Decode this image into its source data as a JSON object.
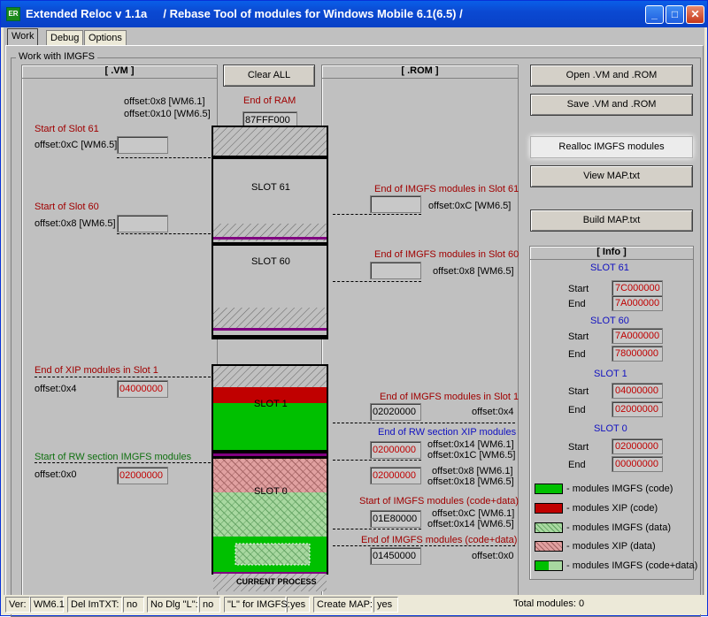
{
  "window": {
    "title": "Extended Reloc v 1.1a     / Rebase Tool of modules for Windows Mobile 6.1(6.5) /",
    "icon_label": "ER"
  },
  "tabs": [
    {
      "label": "Work"
    },
    {
      "label": "Debug"
    },
    {
      "label": "Options"
    }
  ],
  "group_label": "Work with IMGFS",
  "vm": {
    "title": "[ .VM ]",
    "offset_wm": "offset:0x8 [WM6.1]",
    "offset_wm2": "offset:0x10 [WM6.5]",
    "slot61_label": "Start of Slot 61",
    "slot61_offset": "offset:0xC [WM6.5]",
    "slot60_label": "Start of Slot 60",
    "slot60_offset": "offset:0x8 [WM6.5]",
    "xip_label": "End of XIP modules in Slot 1",
    "xip_offset": "offset:0x4",
    "xip_value": "04000000",
    "rw_label": "Start of RW section IMGFS modules",
    "rw_offset": "offset:0x0",
    "rw_value": "02000000"
  },
  "center": {
    "clear_all": "Clear ALL",
    "end_of_ram": "End of RAM",
    "end_of_ram_value": "87FFF000",
    "slot61": "SLOT 61",
    "slot60": "SLOT 60",
    "slot1": "SLOT 1",
    "slot0": "SLOT 0",
    "current_process": "CURRENT PROCESS"
  },
  "rom": {
    "title": "[ .ROM ]",
    "end61_label": "End of IMGFS modules in Slot 61",
    "end61_offset": "offset:0xC  [WM6.5]",
    "end60_label": "End of IMGFS modules in Slot 60",
    "end60_offset": "offset:0x8 [WM6.5]",
    "end1_label": "End of IMGFS modules in Slot 1",
    "end1_value": "02020000",
    "end1_offset": "offset:0x4",
    "rwxip_label": "End of RW section XIP modules",
    "rwxip_offset1": "offset:0x14 [WM6.1]",
    "rwxip_offset2": "offset:0x1C [WM6.5]",
    "rwxip_value": "02000000",
    "v2_offset1": "offset:0x8 [WM6.1]",
    "v2_offset2": "offset:0x18 [WM6.5]",
    "v2_value": "02000000",
    "startcd_label": "Start of IMGFS modules (code+data)",
    "startcd_offset1": "offset:0xC [WM6.1]",
    "startcd_offset2": "offset:0x14 [WM6.5]",
    "startcd_value": "01E80000",
    "endcd_label": "End of IMGFS modules (code+data)",
    "endcd_value": "01450000",
    "endcd_offset": "offset:0x0"
  },
  "actions": {
    "open": "Open .VM and .ROM",
    "save": "Save .VM and .ROM",
    "realloc": "Realloc IMGFS modules",
    "view_map": "View MAP.txt",
    "build_map": "Build MAP.txt"
  },
  "info": {
    "title": "[ Info ]",
    "start_label": "Start",
    "end_label": "End",
    "slots": [
      {
        "name": "SLOT 61",
        "start": "7C000000",
        "end": "7A000000"
      },
      {
        "name": "SLOT 60",
        "start": "7A000000",
        "end": "78000000"
      },
      {
        "name": "SLOT 1",
        "start": "04000000",
        "end": "02000000"
      },
      {
        "name": "SLOT 0",
        "start": "02000000",
        "end": "00000000"
      }
    ],
    "legend": [
      {
        "label": "- modules IMGFS (code)",
        "color": "#00c000"
      },
      {
        "label": "- modules XIP (code)",
        "color": "#c00000"
      },
      {
        "label": "- modules IMGFS (data)",
        "color": "#a8d8a0"
      },
      {
        "label": "- modules XIP (data)",
        "color": "#e0a0a0"
      },
      {
        "label": "- modules IMGFS (code+data)",
        "color": "#00c000"
      }
    ]
  },
  "status": {
    "ver_label": "Ver:",
    "ver_value": "WM6.1",
    "del_label": "Del ImTXT:",
    "del_value": "no",
    "nodlg_label": "No Dlg \"L\":",
    "nodlg_value": "no",
    "lfor_label": "\"L\" for IMGFS:",
    "lfor_value": "yes",
    "createmap_label": "Create MAP:",
    "createmap_value": "yes",
    "total_modules": "Total modules: 0"
  }
}
